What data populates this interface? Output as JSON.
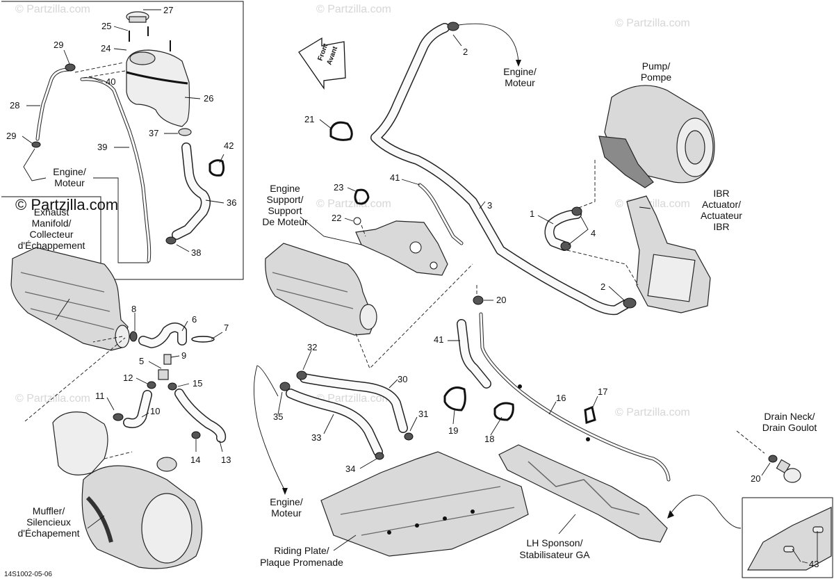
{
  "watermark": "© Partzilla.com",
  "front_arrow": {
    "line1": "Front",
    "line2": "Avant"
  },
  "diagram_code": "14S1002-05-06",
  "labels": {
    "engine_top_1": "Engine/",
    "engine_top_2": "Moteur",
    "engine_left_1": "Engine/",
    "engine_left_2": "Moteur",
    "engine_bottom_1": "Engine/",
    "engine_bottom_2": "Moteur",
    "pump_1": "Pump/",
    "pump_2": "Pompe",
    "ibr_1": "IBR",
    "ibr_2": "Actuator/",
    "ibr_3": "Actuateur",
    "ibr_4": "IBR",
    "engine_support_1": "Engine",
    "engine_support_2": "Support/",
    "engine_support_3": "Support",
    "engine_support_4": "De Moteur",
    "exhaust_1": "Exhaust",
    "exhaust_2": "Manifold/",
    "exhaust_3": "Collecteur",
    "exhaust_4": "d'Échappement",
    "muffler_1": "Muffler/",
    "muffler_2": "Silencieux",
    "muffler_3": "d'Échapement",
    "riding_1": "Riding Plate/",
    "riding_2": "Plaque Promenade",
    "sponson_1": "LH Sponson/",
    "sponson_2": "Stabilisateur GA",
    "drain_1": "Drain Neck/",
    "drain_2": "Drain Goulot"
  },
  "callouts": {
    "c27": "27",
    "c25": "25",
    "c24": "24",
    "c29a": "29",
    "c40": "40",
    "c26": "26",
    "c28": "28",
    "c29b": "29",
    "c37": "37",
    "c39": "39",
    "c42": "42",
    "c36": "36",
    "c38": "38",
    "c2a": "2",
    "c21": "21",
    "c41a": "41",
    "c23": "23",
    "c22": "22",
    "c3": "3",
    "c1": "1",
    "c4": "4",
    "c2b": "2",
    "c20a": "20",
    "c8": "8",
    "c6": "6",
    "c7": "7",
    "c5": "5",
    "c9": "9",
    "c12": "12",
    "c15": "15",
    "c11": "11",
    "c10": "10",
    "c14": "14",
    "c13": "13",
    "c32": "32",
    "c35": "35",
    "c30": "30",
    "c33": "33",
    "c31": "31",
    "c34": "34",
    "c41b": "41",
    "c19": "19",
    "c18": "18",
    "c16": "16",
    "c17": "17",
    "c20b": "20",
    "c43": "43"
  }
}
